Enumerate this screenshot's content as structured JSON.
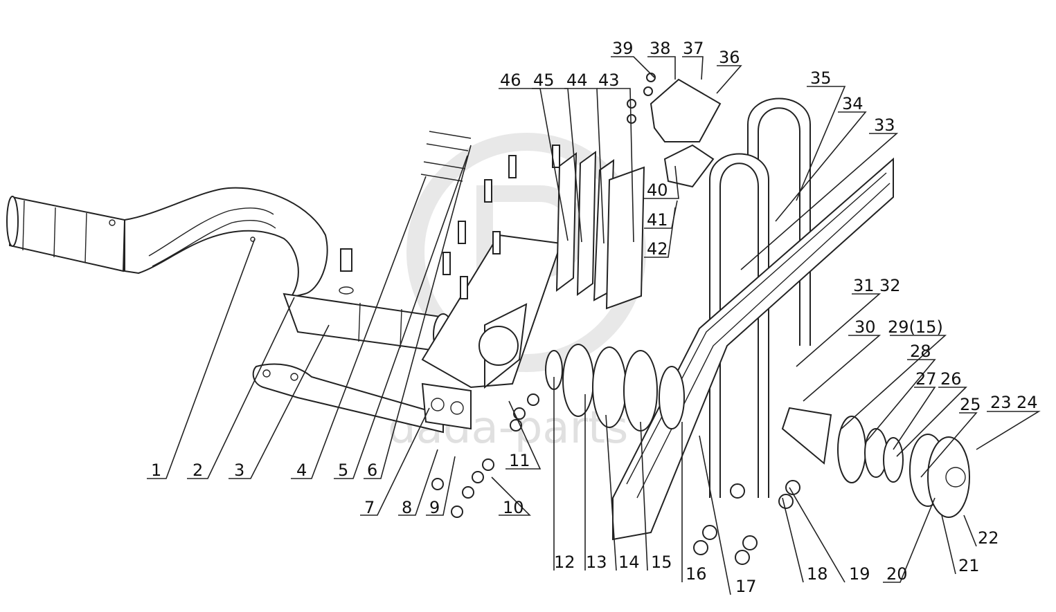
{
  "watermark": "dada-parts",
  "callouts": [
    {
      "id": "1",
      "text": "1"
    },
    {
      "id": "2",
      "text": "2"
    },
    {
      "id": "3",
      "text": "3"
    },
    {
      "id": "4",
      "text": "4"
    },
    {
      "id": "5",
      "text": "5"
    },
    {
      "id": "6",
      "text": "6"
    },
    {
      "id": "7",
      "text": "7"
    },
    {
      "id": "8",
      "text": "8"
    },
    {
      "id": "9",
      "text": "9"
    },
    {
      "id": "10",
      "text": "10"
    },
    {
      "id": "11",
      "text": "11"
    },
    {
      "id": "12",
      "text": "12"
    },
    {
      "id": "13",
      "text": "13"
    },
    {
      "id": "14",
      "text": "14"
    },
    {
      "id": "15",
      "text": "15"
    },
    {
      "id": "16",
      "text": "16"
    },
    {
      "id": "17",
      "text": "17"
    },
    {
      "id": "18",
      "text": "18"
    },
    {
      "id": "19",
      "text": "19"
    },
    {
      "id": "20",
      "text": "20"
    },
    {
      "id": "21",
      "text": "21"
    },
    {
      "id": "22",
      "text": "22"
    },
    {
      "id": "23",
      "text": "23"
    },
    {
      "id": "24",
      "text": "24"
    },
    {
      "id": "25",
      "text": "25"
    },
    {
      "id": "26",
      "text": "26"
    },
    {
      "id": "27",
      "text": "27"
    },
    {
      "id": "28",
      "text": "28"
    },
    {
      "id": "29",
      "text": "29(15)"
    },
    {
      "id": "30",
      "text": "30"
    },
    {
      "id": "31",
      "text": "31"
    },
    {
      "id": "32",
      "text": "32"
    },
    {
      "id": "33",
      "text": "33"
    },
    {
      "id": "34",
      "text": "34"
    },
    {
      "id": "35",
      "text": "35"
    },
    {
      "id": "36",
      "text": "36"
    },
    {
      "id": "37",
      "text": "37"
    },
    {
      "id": "38",
      "text": "38"
    },
    {
      "id": "39",
      "text": "39"
    },
    {
      "id": "40",
      "text": "40"
    },
    {
      "id": "41",
      "text": "41"
    },
    {
      "id": "42",
      "text": "42"
    },
    {
      "id": "43",
      "text": "43"
    },
    {
      "id": "44",
      "text": "44"
    },
    {
      "id": "45",
      "text": "45"
    },
    {
      "id": "46",
      "text": "46"
    }
  ]
}
